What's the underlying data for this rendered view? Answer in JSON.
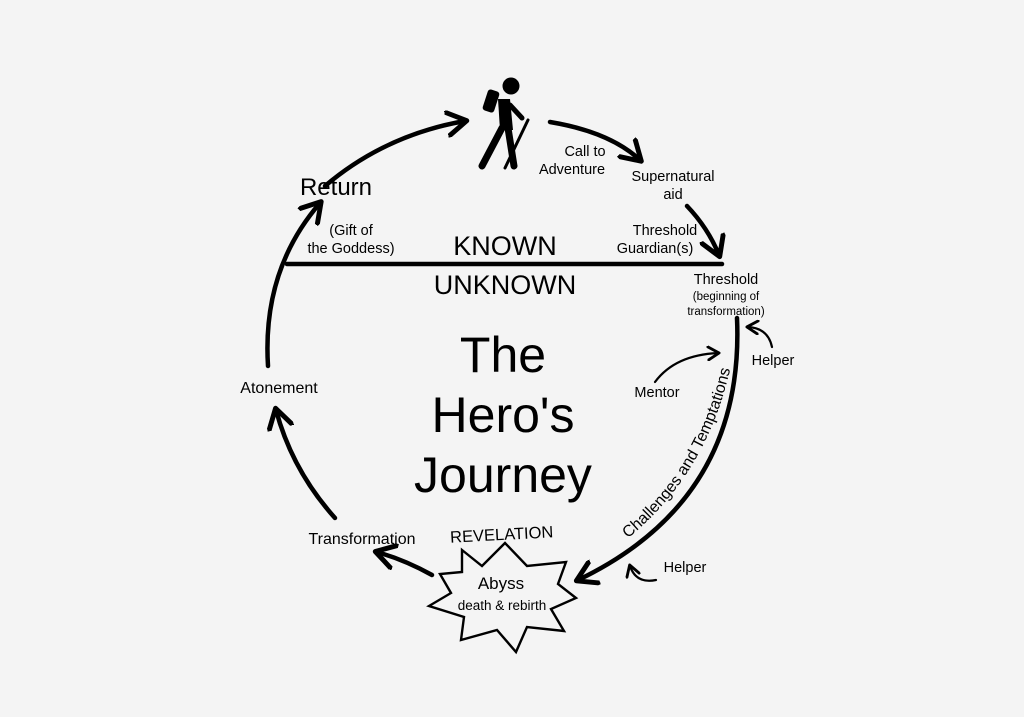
{
  "title": [
    "The",
    "Hero's",
    "Journey"
  ],
  "divider": {
    "known": "KNOWN",
    "unknown": "UNKNOWN"
  },
  "stages": {
    "call_to_adventure": [
      "Call to",
      "Adventure"
    ],
    "supernatural_aid": [
      "Supernatural",
      "aid"
    ],
    "threshold_guardians": [
      "Threshold",
      "Guardian(s)"
    ],
    "threshold": [
      "Threshold",
      "(beginning of",
      "transformation)"
    ],
    "helper_top": "Helper",
    "mentor": "Mentor",
    "challenges": "Challenges and Temptations",
    "helper_bottom": "Helper",
    "revelation": "REVELATION",
    "abyss": [
      "Abyss",
      "death & rebirth"
    ],
    "transformation": "Transformation",
    "atonement": "Atonement",
    "return": "Return",
    "gift": [
      "(Gift of",
      "the Goddess)"
    ]
  },
  "icons": {
    "hero": "hiker-icon"
  },
  "colors": {
    "background": "#f4f4f4",
    "ink": "#000000"
  }
}
